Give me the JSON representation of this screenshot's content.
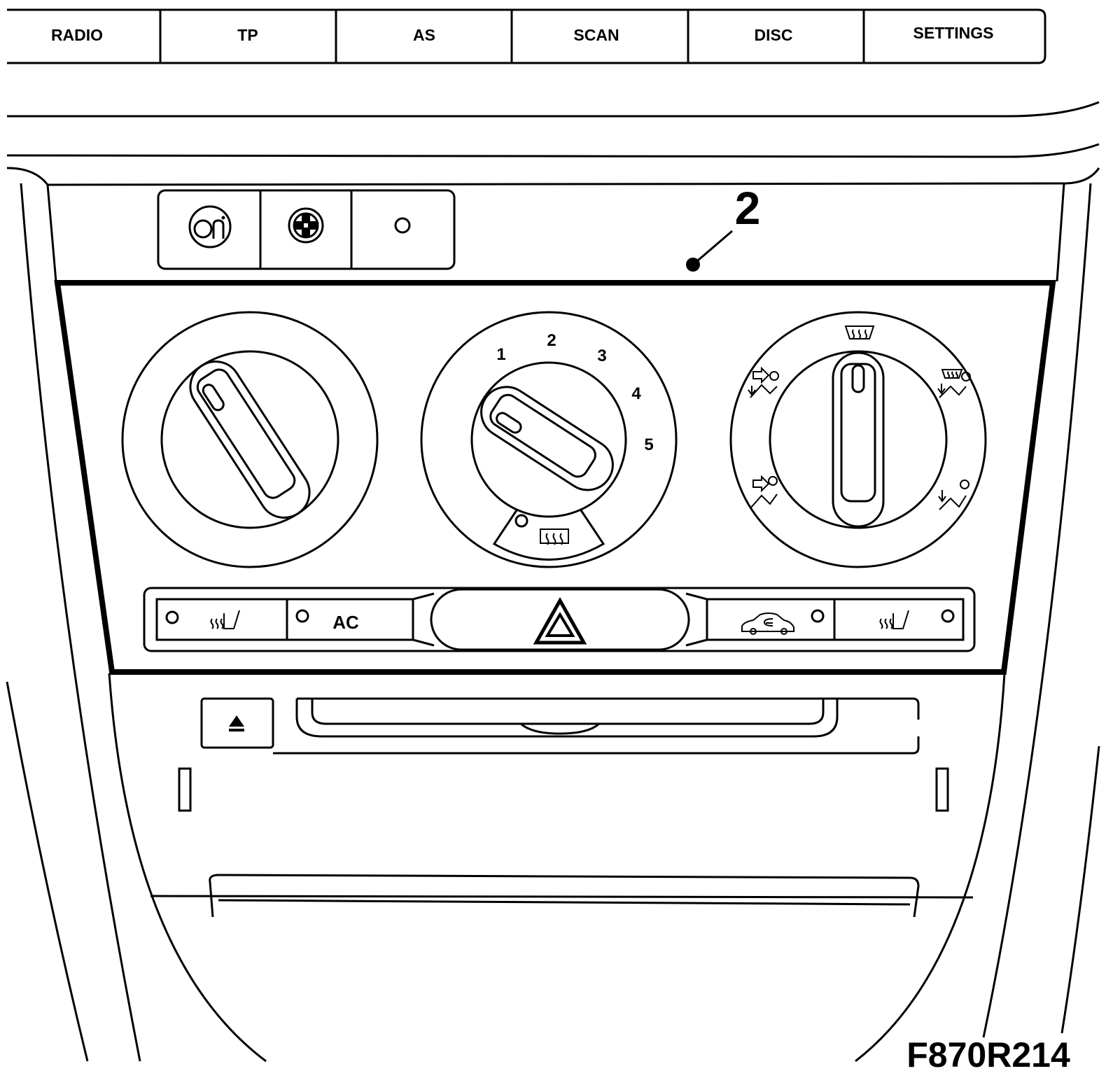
{
  "radio_buttons": [
    {
      "label": "RADIO"
    },
    {
      "label": "TP"
    },
    {
      "label": "AS"
    },
    {
      "label": "SCAN"
    },
    {
      "label": "DISC"
    },
    {
      "label": "SETTINGS"
    }
  ],
  "callout": {
    "number": "2"
  },
  "fan_knob": {
    "speeds": [
      "1",
      "2",
      "3",
      "4",
      "5"
    ]
  },
  "bottom_buttons": {
    "ac_label": "AC"
  },
  "figure_code": "F870R214",
  "icons": {
    "small_buttons": [
      "onstar-icon",
      "assist-cross-icon",
      "indicator-led-icon"
    ],
    "rear-defrost": "rear-window-defrost-icon",
    "air_modes": [
      "windshield-defrost-icon",
      "face-vent-icon",
      "floor-defrost-icon",
      "body-vent-icon",
      "floor-vent-icon"
    ],
    "bottom": [
      "seat-heater-left-icon",
      "hazard-warning-icon",
      "recirculation-icon",
      "seat-heater-right-icon",
      "eject-icon"
    ]
  },
  "colors": {
    "line": "#000000",
    "background": "#ffffff"
  }
}
